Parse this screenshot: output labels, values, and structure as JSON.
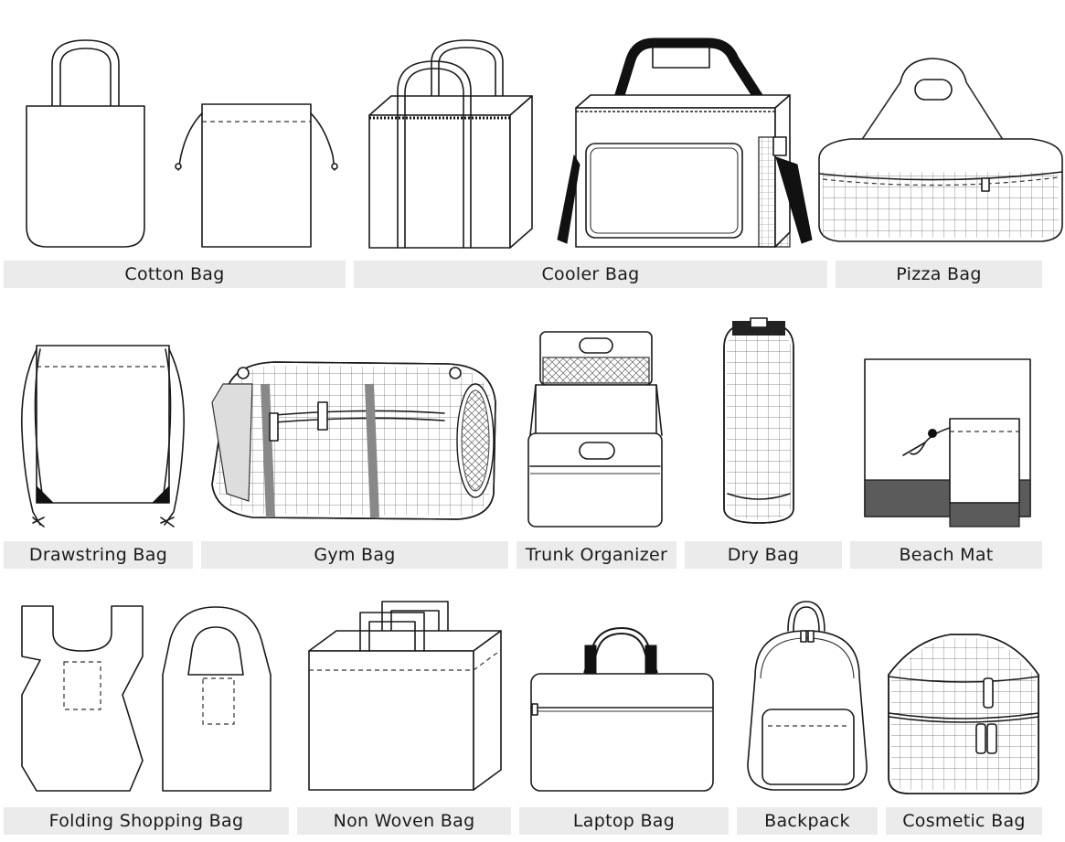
{
  "bags": [
    {
      "name": "Cotton Bag"
    },
    {
      "name": "Cooler Bag"
    },
    {
      "name": "Pizza Bag"
    },
    {
      "name": "Drawstring Bag"
    },
    {
      "name": "Gym Bag"
    },
    {
      "name": "Trunk Organizer"
    },
    {
      "name": "Dry Bag"
    },
    {
      "name": "Beach Mat"
    },
    {
      "name": "Folding Shopping Bag"
    },
    {
      "name": "Non Woven Bag"
    },
    {
      "name": "Laptop Bag"
    },
    {
      "name": "Backpack"
    },
    {
      "name": "Cosmetic Bag"
    }
  ]
}
